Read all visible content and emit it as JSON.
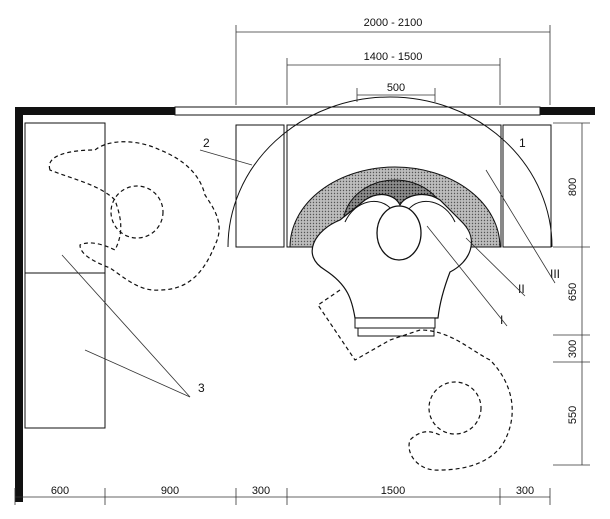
{
  "dimensions": {
    "top_outer": "2000 - 2100",
    "top_middle": "1400 - 1500",
    "top_inner": "500",
    "right": [
      "800",
      "650",
      "300",
      "550"
    ],
    "bottom": [
      "600",
      "900",
      "300",
      "1500",
      "300"
    ]
  },
  "labels": {
    "cabinet_right": "1",
    "cabinet_left": "2",
    "side_units": "3",
    "zone_1": "I",
    "zone_2": "II",
    "zone_3": "III"
  }
}
